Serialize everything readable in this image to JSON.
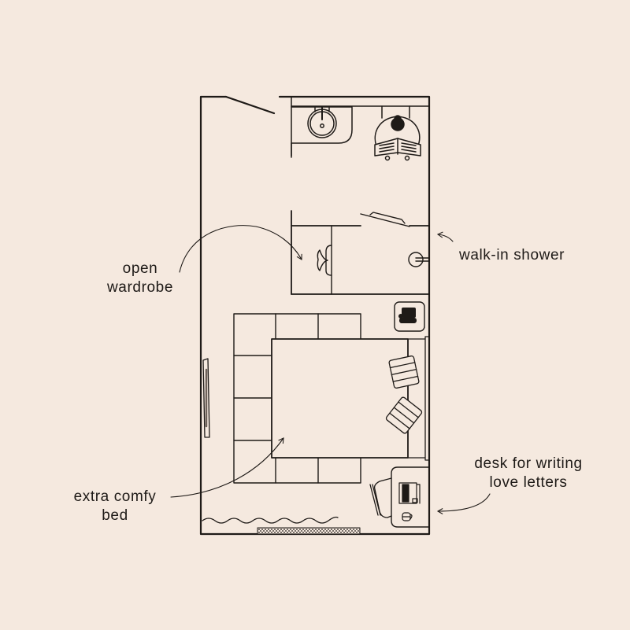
{
  "diagram": {
    "type": "floor-plan",
    "background": "#F5E9DF",
    "line_color": "#1E1A17",
    "annotations": [
      {
        "id": "wardrobe",
        "lines": [
          "open",
          "wardrobe"
        ],
        "target": "open wardrobe"
      },
      {
        "id": "shower",
        "lines": [
          "walk-in shower"
        ],
        "target": "walk-in shower"
      },
      {
        "id": "desk",
        "lines": [
          "desk for writing",
          "love letters"
        ],
        "target": "desk"
      },
      {
        "id": "bed",
        "lines": [
          "extra comfy",
          "bed"
        ],
        "target": "bed"
      }
    ],
    "rooms": [
      "bathroom",
      "walk-in shower",
      "open wardrobe",
      "bedroom"
    ],
    "furniture": [
      "sink",
      "toilet with reading figure",
      "shower head",
      "wardrobe hanger",
      "sofa sectional",
      "bed",
      "pillows",
      "nightstand with phone",
      "desk with laptop",
      "chair",
      "mug",
      "radiator",
      "curtain",
      "window"
    ]
  }
}
